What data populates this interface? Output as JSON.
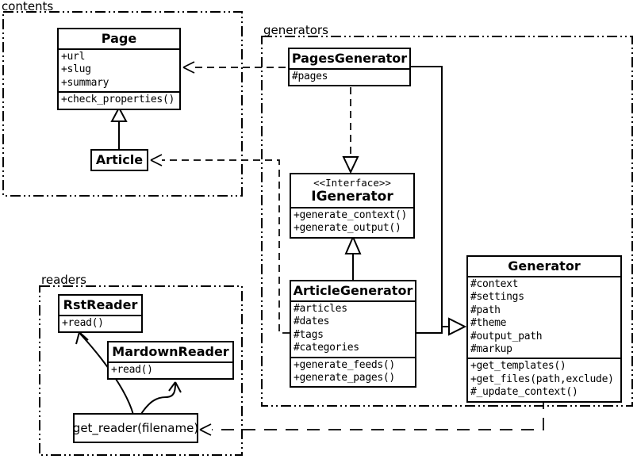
{
  "packages": {
    "contents": {
      "label": "contents"
    },
    "generators": {
      "label": "generators"
    },
    "readers": {
      "label": "readers"
    }
  },
  "classes": {
    "page": {
      "title": "Page",
      "attributes": [
        "+url",
        "+slug",
        "+summary"
      ],
      "methods": [
        "+check_properties()"
      ]
    },
    "article": {
      "title": "Article"
    },
    "pages_generator": {
      "title": "PagesGenerator",
      "attributes": [
        "#pages"
      ]
    },
    "igenerator": {
      "stereotype": "<<Interface>>",
      "title": "IGenerator",
      "methods": [
        "+generate_context()",
        "+generate_output()"
      ]
    },
    "article_generator": {
      "title": "ArticleGenerator",
      "attributes": [
        "#articles",
        "#dates",
        "#tags",
        "#categories"
      ],
      "methods": [
        "+generate_feeds()",
        "+generate_pages()"
      ]
    },
    "generator": {
      "title": "Generator",
      "attributes": [
        "#context",
        "#settings",
        "#path",
        "#theme",
        "#output_path",
        "#markup"
      ],
      "methods": [
        "+get_templates()",
        "+get_files(path,exclude)",
        "#_update_context()"
      ]
    },
    "rst_reader": {
      "title": "RstReader",
      "methods": [
        "+read()"
      ]
    },
    "mardown_reader": {
      "title": "MardownReader",
      "methods": [
        "+read()"
      ]
    },
    "get_reader": {
      "label": "get_reader(filename)"
    }
  },
  "relations": [
    {
      "type": "inheritance",
      "from": "Article",
      "to": "Page"
    },
    {
      "type": "dependency-dashed",
      "from": "PagesGenerator",
      "to": "Page"
    },
    {
      "type": "dependency-dashed",
      "from": "ArticleGenerator",
      "to": "Article"
    },
    {
      "type": "realization-dashed",
      "from": "PagesGenerator",
      "to": "IGenerator"
    },
    {
      "type": "inheritance",
      "from": "ArticleGenerator",
      "to": "IGenerator"
    },
    {
      "type": "inheritance",
      "from": "PagesGenerator",
      "to": "Generator"
    },
    {
      "type": "inheritance",
      "from": "ArticleGenerator",
      "to": "Generator"
    },
    {
      "type": "dependency-dashed",
      "from": "Generator",
      "to": "get_reader(filename)"
    },
    {
      "type": "arrow",
      "from": "get_reader(filename)",
      "to": "RstReader"
    },
    {
      "type": "arrow",
      "from": "get_reader(filename)",
      "to": "MardownReader"
    }
  ],
  "colors": {
    "line": "#000000",
    "background": "#ffffff"
  }
}
